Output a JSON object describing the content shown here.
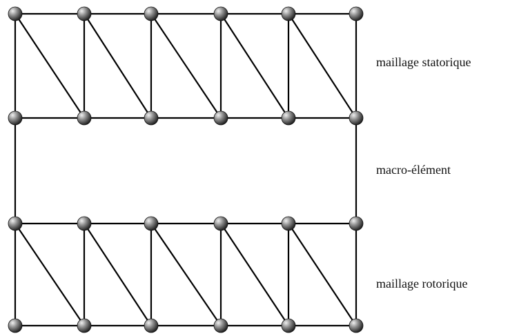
{
  "labels": {
    "stator_mesh": "maillage statorique",
    "macro_element": "macro-élément",
    "rotor_mesh": "maillage rotorique"
  },
  "mesh": {
    "columns": 6,
    "rows": 4,
    "triangulated_row_pairs": [
      [
        0,
        1
      ],
      [
        2,
        3
      ]
    ],
    "macro_element_row_pair": [
      1,
      2
    ],
    "line_color": "#000000",
    "node_color": "#3a3a3a",
    "node_highlight_color": "#e8e8e8"
  }
}
